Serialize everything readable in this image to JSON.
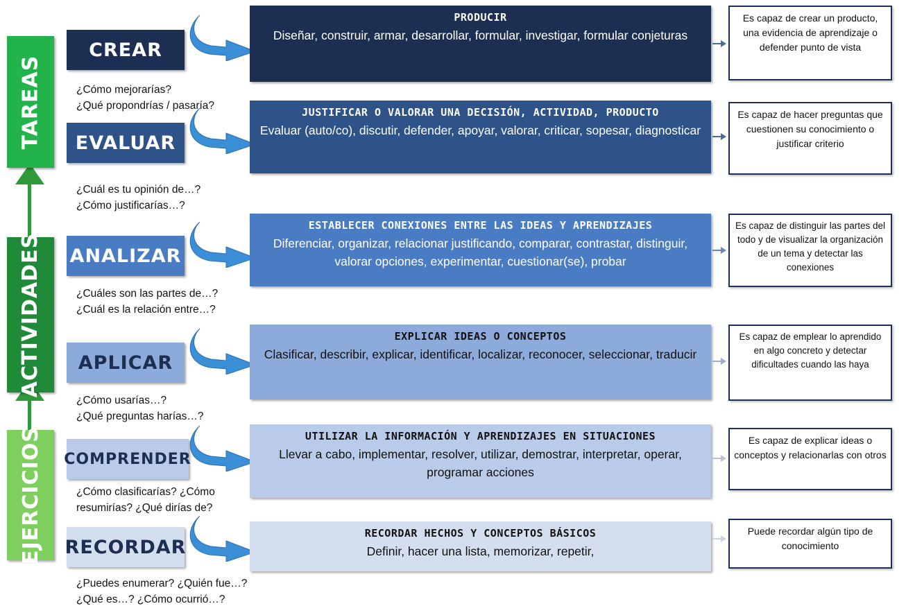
{
  "categories": [
    {
      "label": "TAREAS",
      "color": "#22b34a"
    },
    {
      "label": "ACTIVIDADES",
      "color": "#1f8a38"
    },
    {
      "label": "EJERCICIOS",
      "color": "#7fcf5f"
    }
  ],
  "levels": [
    {
      "name": "CREAR",
      "color": "#1c2f52",
      "questions": "¿Cómo mejorarías?\n¿Qué propondrías / pasaría?",
      "title": "PRODUCIR",
      "verbs": "Diseñar, construir, armar, desarrollar, formular, investigar, formular conjeturas",
      "box_color": "#1c2f52",
      "outcome": "Es capaz de crear un producto, una evidencia de aprendizaje o defender punto de vista"
    },
    {
      "name": "EVALUAR",
      "color": "#2d5388",
      "questions": "¿Cuál es tu opinión de…?\n¿Cómo justificarías…?",
      "title": "JUSTIFICAR O VALORAR UNA DECISIÓN, ACTIVIDAD, PRODUCTO",
      "verbs": "Evaluar (auto/co), discutir, defender, apoyar, valorar, criticar, sopesar, diagnosticar",
      "box_color": "#2d5388",
      "outcome": "Es capaz de hacer preguntas que cuestionen su conocimiento o justificar criterio"
    },
    {
      "name": "ANALIZAR",
      "color": "#4a7cc4",
      "questions": "¿Cuáles son las partes de…?\n¿Cuál es la relación entre…?",
      "title": "ESTABLECER CONEXIONES ENTRE LAS IDEAS Y APRENDIZAJES",
      "verbs": "Diferenciar, organizar, relacionar justificando, comparar, contrastar, distinguir, valorar opciones, experimentar, cuestionar(se), probar",
      "box_color": "#4a7cc4",
      "outcome": "Es capaz de distinguir las partes del todo y de visualizar la organización de un tema y detectar las conexiones"
    },
    {
      "name": "APLICAR",
      "color": "#8cabdb",
      "questions": "¿Cómo usarías…?\n¿Qué preguntas harías…?",
      "title": "EXPLICAR IDEAS O CONCEPTOS",
      "verbs": "Clasificar, describir, explicar, identificar, localizar, reconocer, seleccionar, traducir",
      "box_color": "#8cabdb",
      "outcome": "Es capaz de emplear lo aprendido en algo concreto y detectar dificultades cuando las haya"
    },
    {
      "name": "COMPRENDER",
      "color": "#b9cbe8",
      "questions": "¿Cómo clasificarías? ¿Cómo\nresumirías? ¿Qué dirías de?",
      "title": "UTILIZAR LA INFORMACIÓN Y APRENDIZAJES EN SITUACIONES",
      "verbs": "Llevar a cabo, implementar, resolver, utilizar, demostrar, interpretar, operar, programar acciones",
      "box_color": "#b9cbe8",
      "outcome": "Es capaz de explicar ideas o conceptos y relacionarlas con otros"
    },
    {
      "name": "RECORDAR",
      "color": "#d3deef",
      "questions": "¿Puedes enumerar? ¿Quién fue…?\n¿Qué es…? ¿Cómo ocurrió…?",
      "title": "RECORDAR HECHOS Y CONCEPTOS BÁSICOS",
      "verbs": "Definir, hacer una lista, memorizar, repetir,",
      "box_color": "#d3deef",
      "outcome": "Puede recordar algún tipo de conocimiento"
    }
  ]
}
